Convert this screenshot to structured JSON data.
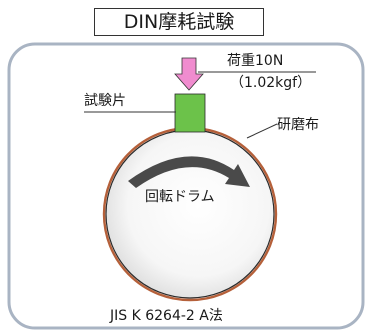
{
  "title": "DIN摩耗試験",
  "load": {
    "line1": "荷重10N",
    "line2": "（1.02kgf）"
  },
  "labels": {
    "specimen": "試験片",
    "abrasive_paper": "研磨布",
    "drum": "回転ドラム",
    "standard": "JIS K 6264-2 A法"
  },
  "colors": {
    "frame": "#a9b4c3",
    "specimen": "#6cc24a",
    "load_arrow": "#f08ccf",
    "abrasive_ring": "#b5603a",
    "rotation_arrow": "#4a4a4a"
  },
  "icons": {
    "load_arrow": "down-arrow-icon",
    "rotation_arrow": "curved-arrow-icon"
  }
}
